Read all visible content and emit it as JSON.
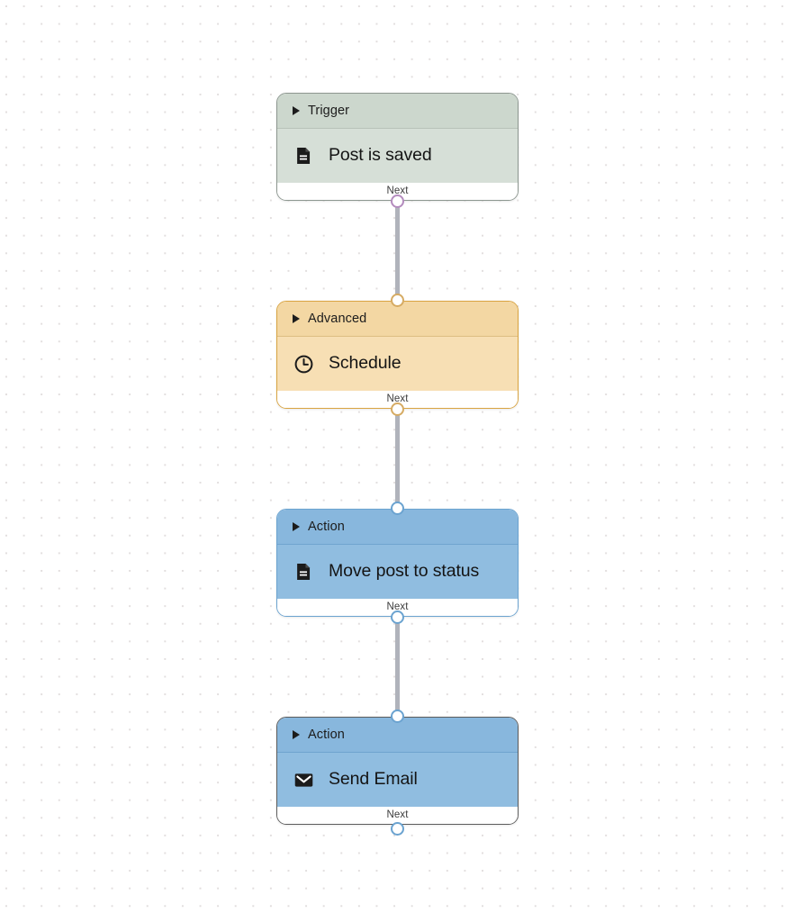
{
  "canvas": {
    "background_color": "#ffffff",
    "dot_color": "#e2dede",
    "dot_spacing": 20
  },
  "connector": {
    "color": "#b0b3bb",
    "width": 5
  },
  "nodes": [
    {
      "id": "trigger-post-is-saved",
      "category": "Trigger",
      "title": "Post is saved",
      "icon": "document-icon",
      "footer_label": "Next",
      "theme": "green",
      "header_color": "#ccd7cd",
      "body_color": "#d6dfd7",
      "border_color": "#8d9790",
      "port_color": "#b48cbe"
    },
    {
      "id": "advanced-schedule",
      "category": "Advanced",
      "title": "Schedule",
      "icon": "clock-icon",
      "footer_label": "Next",
      "theme": "orange",
      "header_color": "#f3d7a3",
      "body_color": "#f7dfb4",
      "border_color": "#d9a441",
      "port_color": "#d6ab63"
    },
    {
      "id": "action-move-post-to-status",
      "category": "Action",
      "title": "Move post to status",
      "icon": "document-icon",
      "footer_label": "Next",
      "theme": "blue",
      "header_color": "#88b7dd",
      "body_color": "#90bde0",
      "border_color": "#6ba3d0",
      "port_color": "#6ba3d0"
    },
    {
      "id": "action-send-email",
      "category": "Action",
      "title": "Send Email",
      "icon": "envelope-icon",
      "footer_label": "Next",
      "theme": "blue-selected",
      "header_color": "#88b7dd",
      "body_color": "#90bde0",
      "border_color": "#5c5c5c",
      "port_color": "#6ba3d0"
    }
  ]
}
